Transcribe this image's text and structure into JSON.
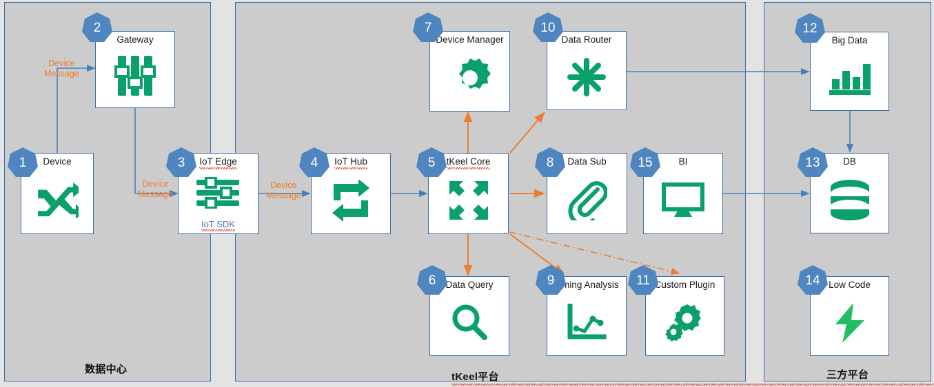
{
  "colors": {
    "panel_fill": "#cccccc",
    "panel_border": "#3a6ea5",
    "page_bg": "#e3e3e3",
    "node_fill": "#ffffff",
    "node_border": "#3a6ea5",
    "icon_green": "#0aa06a",
    "badge_blue": "#4f86c0",
    "arrow_blue": "#4a7ebb",
    "arrow_orange": "#ED7D31",
    "link_blue": "#4d6fbd"
  },
  "panels": [
    {
      "id": "data-center",
      "label": "数据中心"
    },
    {
      "id": "tkeel-platform",
      "label": "tKeel平台"
    },
    {
      "id": "third-party",
      "label": "三方平台"
    }
  ],
  "nodes": [
    {
      "num": "1",
      "title": "Device",
      "icon": "shuffle-icon",
      "sub": ""
    },
    {
      "num": "2",
      "title": "Gateway",
      "icon": "sliders-vertical-icon",
      "sub": ""
    },
    {
      "num": "3",
      "title": "IoT Edge",
      "icon": "sliders-horizontal-icon",
      "sub": "IoT SDK"
    },
    {
      "num": "4",
      "title": "IoT Hub",
      "icon": "refresh-loop-icon",
      "sub": ""
    },
    {
      "num": "5",
      "title": "tKeel Core",
      "icon": "expand-arrows-icon",
      "sub": ""
    },
    {
      "num": "6",
      "title": "Data Query",
      "icon": "magnifier-icon",
      "sub": ""
    },
    {
      "num": "7",
      "title": "Device Manager",
      "icon": "gear-icon",
      "sub": ""
    },
    {
      "num": "8",
      "title": "Data Sub",
      "icon": "paperclip-icon",
      "sub": ""
    },
    {
      "num": "9",
      "title": "Timing Analysis",
      "icon": "line-chart-icon",
      "sub": ""
    },
    {
      "num": "10",
      "title": "Data Router",
      "icon": "asterisk-hub-icon",
      "sub": ""
    },
    {
      "num": "11",
      "title": "Custom Plugin",
      "icon": "gears-icon",
      "sub": ""
    },
    {
      "num": "12",
      "title": "Big Data",
      "icon": "bar-chart-icon",
      "sub": ""
    },
    {
      "num": "13",
      "title": "DB",
      "icon": "database-icon",
      "sub": ""
    },
    {
      "num": "14",
      "title": "Low Code",
      "icon": "lightning-bolt-icon",
      "sub": ""
    },
    {
      "num": "15",
      "title": "BI",
      "icon": "monitor-icon",
      "sub": ""
    }
  ],
  "edge_labels": [
    {
      "id": "device-to-gateway",
      "line1": "Device",
      "line2": "Message"
    },
    {
      "id": "gateway-to-iotedge",
      "line1": "Device",
      "line2": "Message"
    },
    {
      "id": "iotedge-to-iothub",
      "line1": "Device",
      "line2": "Message"
    }
  ]
}
